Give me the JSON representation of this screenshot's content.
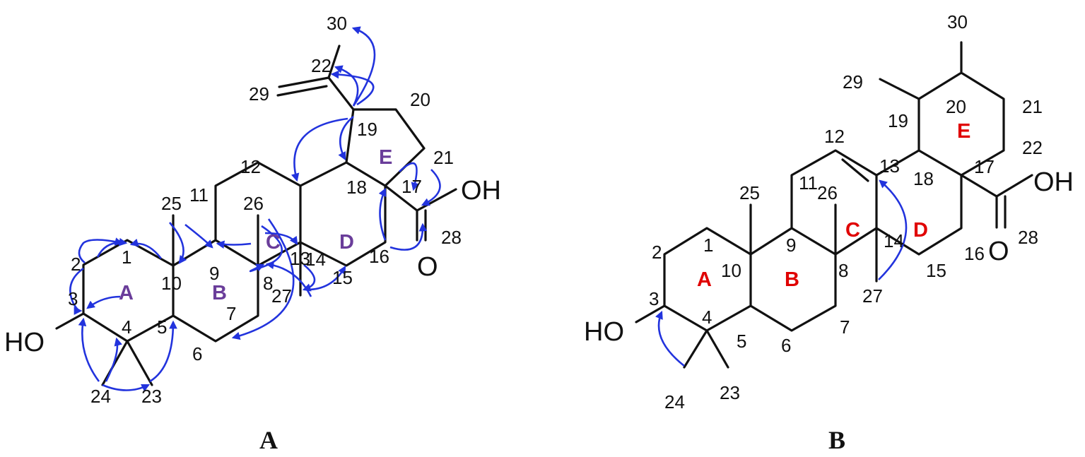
{
  "panel_labels": {
    "a": "A",
    "b": "B"
  },
  "colors": {
    "bond": "#111111",
    "hmbc_arrow": "#2233dd",
    "ring_label_a": "#6a3d9a",
    "ring_label_b": "#e00000"
  },
  "structure_a": {
    "substituents": {
      "hydroxyl": "HO",
      "carboxyl_oh": "OH",
      "carbonyl_o": "O"
    },
    "ring_labels": {
      "A": "A",
      "B": "B",
      "C": "C",
      "D": "D",
      "E": "E"
    },
    "numbers": {
      "c1": "1",
      "c2": "2",
      "c3": "3",
      "c4": "4",
      "c5": "5",
      "c6": "6",
      "c7": "7",
      "c8": "8",
      "c9": "9",
      "c10": "10",
      "c11": "11",
      "c12": "12",
      "c13": "13",
      "c14": "14",
      "c15": "15",
      "c16": "16",
      "c17": "17",
      "c18": "18",
      "c19": "19",
      "c20": "20",
      "c21": "21",
      "c22": "22",
      "c23": "23",
      "c24": "24",
      "c25": "25",
      "c26": "26",
      "c27": "27",
      "c28": "28",
      "c29": "29",
      "c30": "30"
    }
  },
  "structure_b": {
    "substituents": {
      "hydroxyl": "HO",
      "carboxyl_oh": "OH",
      "carbonyl_o": "O"
    },
    "ring_labels": {
      "A": "A",
      "B": "B",
      "C": "C",
      "D": "D",
      "E": "E"
    },
    "numbers": {
      "c1": "1",
      "c2": "2",
      "c3": "3",
      "c4": "4",
      "c5": "5",
      "c6": "6",
      "c7": "7",
      "c8": "8",
      "c9": "9",
      "c10": "10",
      "c11": "11",
      "c12": "12",
      "c13": "13",
      "c14": "14",
      "c15": "15",
      "c16": "16",
      "c17": "17",
      "c18": "18",
      "c19": "19",
      "c20": "20",
      "c21": "21",
      "c22": "22",
      "c23": "23",
      "c24": "24",
      "c25": "25",
      "c26": "26",
      "c27": "27",
      "c28": "28",
      "c29": "29",
      "c30": "30"
    }
  }
}
